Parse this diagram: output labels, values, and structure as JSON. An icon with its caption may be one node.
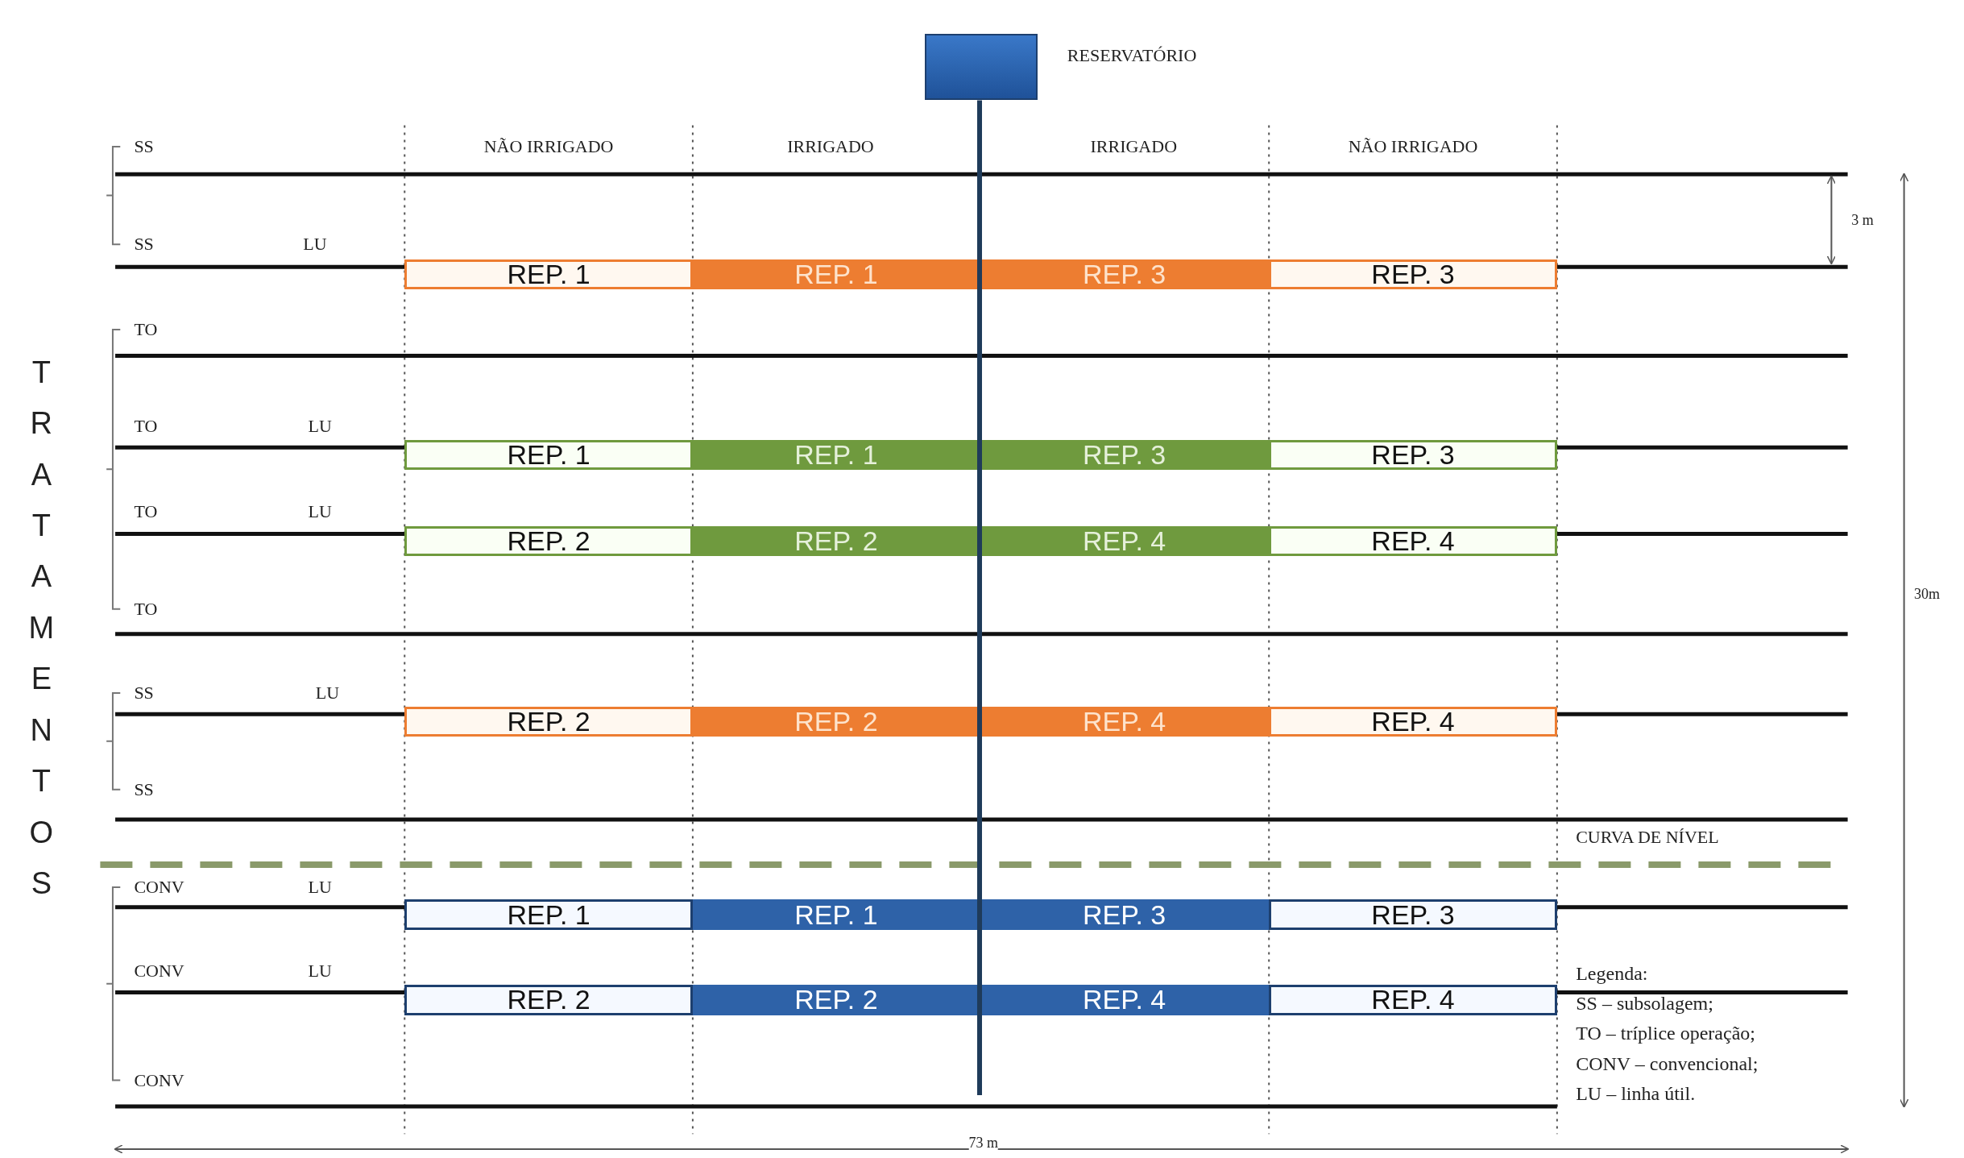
{
  "diagram": {
    "nodes": [
      {
        "text": [],
        "shape": "box",
        "beside": [
          "RESERVATÓRIO"
        ]
      },
      {
        "text": [
          "REP. 1"
        ]
      },
      {
        "text": [
          "REP. 1"
        ]
      },
      {
        "text": [
          "REP. 3"
        ]
      },
      {
        "text": [
          "REP. 3"
        ]
      },
      {
        "text": [
          "REP. 1"
        ]
      },
      {
        "text": [
          "REP. 1"
        ]
      },
      {
        "text": [
          "REP. 3"
        ]
      },
      {
        "text": [
          "REP. 3"
        ]
      },
      {
        "text": [
          "REP. 2"
        ]
      },
      {
        "text": [
          "REP. 2"
        ]
      },
      {
        "text": [
          "REP. 4"
        ]
      },
      {
        "text": [
          "REP. 4"
        ]
      },
      {
        "text": [
          "REP. 2"
        ]
      },
      {
        "text": [
          "REP. 2"
        ]
      },
      {
        "text": [
          "REP. 4"
        ]
      },
      {
        "text": [
          "REP. 4"
        ]
      },
      {
        "text": [
          "REP. 1"
        ]
      },
      {
        "text": [
          "REP. 1"
        ]
      },
      {
        "text": [
          "REP. 3"
        ]
      },
      {
        "text": [
          "REP. 3"
        ]
      },
      {
        "text": [
          "REP. 2"
        ]
      },
      {
        "text": [
          "REP. 2"
        ]
      },
      {
        "text": [
          "REP. 4"
        ]
      },
      {
        "text": [
          "REP. 4"
        ]
      }
    ],
    "labels": [
      "TRATAMENTOS",
      "SS",
      "NÃO IRRIGADO",
      "IRRIGADO",
      "IRRIGADO",
      "NÃO IRRIGADO",
      "3 m",
      "SS",
      "LU",
      "TO",
      "TO",
      "LU",
      "TO",
      "LU",
      "30m",
      "TO",
      "SS",
      "LU",
      "SS",
      "CURVA DE NÍVEL",
      "CONV",
      "LU",
      "CONV",
      "LU",
      "CONV",
      "Legenda:",
      "SS – subsolagem;",
      "TO – tríplice operação;",
      "CONV – convencional;",
      "LU – linha útil.",
      "73 m"
    ]
  }
}
